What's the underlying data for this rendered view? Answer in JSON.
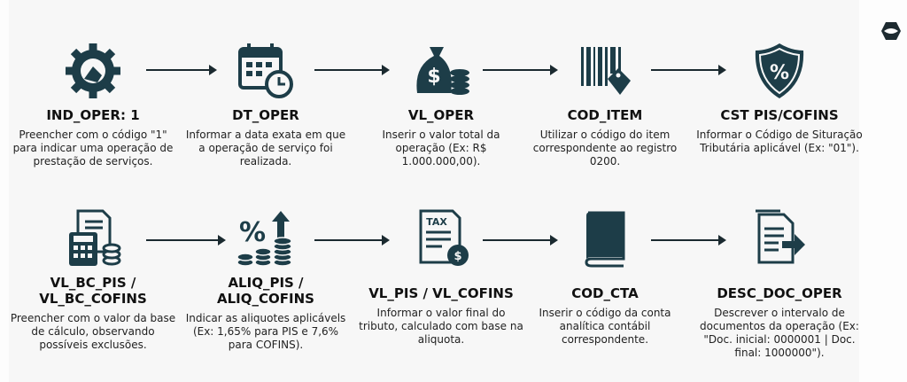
{
  "steps_row1": [
    {
      "title": "IND_OPER: 1",
      "desc": "Preencher com o código \"1\" para indicar uma operação de prestação de serviços.",
      "icon": "gear-hand-icon"
    },
    {
      "title": "DT_OPER",
      "desc": "Informar a data exata em que a operação de serviço foi realizada.",
      "icon": "calendar-clock-icon"
    },
    {
      "title": "VL_OPER",
      "desc": "Inserir o valor total da operação (Ex: R$ 1.000.000,00).",
      "icon": "money-bag-icon"
    },
    {
      "title": "COD_ITEM",
      "desc": "Utilizar o código do item correspondente ao registro 0200.",
      "icon": "barcode-tag-icon"
    },
    {
      "title": "CST PIS/COFINS",
      "desc": "Informar o Código de Situração Tributária aplicável (Ex: \"01\").",
      "icon": "shield-percent-icon"
    }
  ],
  "steps_row2": [
    {
      "title": "VL_BC_PIS / VL_BC_COFINS",
      "desc": "Preencher com o valor da base de cálculo, observando possíveis exclusões.",
      "icon": "calculator-document-icon"
    },
    {
      "title": "ALIQ_PIS / ALIQ_COFINS",
      "desc": "Indicar as aliquotes aplicávels (Ex: 1,65% para PIS e 7,6% para COFINS).",
      "icon": "percent-coins-icon"
    },
    {
      "title": "VL_PIS / VL_COFINS",
      "desc": "Informar o valor final do tributo, calculado com base na aliquota.",
      "icon": "tax-document-icon"
    },
    {
      "title": "COD_CTA",
      "desc": "Inserir o código da conta analítica contábil correspondente.",
      "icon": "book-icon"
    },
    {
      "title": "DESC_DOC_OPER",
      "desc": "Descrever o intervalo de documentos da operação (Ex: \"Doc. inicial: 0000001 | Doc. final: 1000000\").",
      "icon": "document-export-icon"
    }
  ],
  "icon_tax_label": "TAX",
  "colors": {
    "icon": "#1d3d48",
    "text": "#111111",
    "background": "#f7f7f7"
  }
}
